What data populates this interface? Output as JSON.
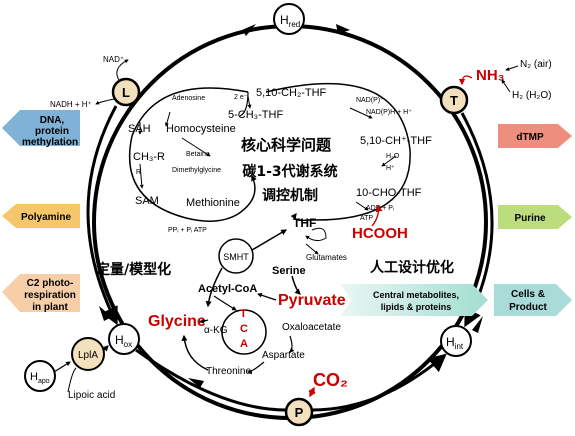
{
  "nodes": {
    "h_red": {
      "main": "H",
      "sub": "red"
    },
    "l": "L",
    "t": "T",
    "p": "P",
    "h_ox": {
      "main": "H",
      "sub": "ox"
    },
    "h_int": {
      "main": "H",
      "sub": "int"
    },
    "lpla": "LplA",
    "h_apo": {
      "main": "H",
      "sub": "apo"
    },
    "smht": "SMHT"
  },
  "labels": {
    "nad_plus": "NAD⁺",
    "nadh": "NADH + H⁺",
    "nh3": "NH₃",
    "n2_air": "N₂ (air)",
    "h2_h2o": "H₂ (H₂O)",
    "lipoic_acid": "Lipoic acid",
    "co2": "CO₂",
    "hcooh": "HCOOH",
    "thf": "THF",
    "glutamates": "Glutamates",
    "serine": "Serine",
    "glycine": "Glycine",
    "pyruvate": "Pyruvate",
    "acetyl_coa": "Acetyl-CoA",
    "alpha_kg": "α-KG",
    "oxaloacetate": "Oxaloacetate",
    "aspartate": "Aspartate",
    "threonine": "Threonine",
    "tca": [
      "T",
      "C",
      "A"
    ],
    "central_metabolites": [
      "Central metabolites,",
      "lipids & proteins"
    ],
    "methylene_thf": "5,10-CH₂-THF",
    "methyl_thf": "5-CH₃-THF",
    "methenyl_thf": "5,10-CH⁺-THF",
    "formyl_thf": "10-CHO-THF",
    "two_e": "2 e⁻",
    "nadp_plus": "NAD(P)⁺",
    "nadph": "NAD(P)H + H⁺",
    "h2o": "H₂O",
    "h_plus": "H⁺",
    "adp_pi": "ADP + Pᵢ",
    "atp": "ATP",
    "ppi_pi_atp": "PPᵢ + Pᵢ  ATP",
    "adenosine": "Adenosine",
    "sah": "SAH",
    "homocysteine": "Homocysteine",
    "ch3r": "CH₃-R",
    "r": "R",
    "betaine": "Betaine",
    "dimethylglycine": "Dimethylglycine",
    "sam": "SAM",
    "methionine": "Methionine",
    "core_title": [
      "核心科学问题",
      "碳1-3代谢系统",
      "调控机制"
    ],
    "quant_model": "定量/模型化",
    "artificial_design": "人工设计优化"
  },
  "side_arrows": {
    "left": [
      {
        "lines": [
          "DNA,",
          "protein",
          "methylation"
        ],
        "color": "#7fb2d6"
      },
      {
        "lines": [
          "Polyamine"
        ],
        "color": "#f6c76a"
      },
      {
        "lines": [
          "C2 photo-",
          "respiration",
          "in plant"
        ],
        "color": "#f6cfa9"
      }
    ],
    "right": [
      {
        "lines": [
          "dTMP"
        ],
        "color": "#ee8e7e"
      },
      {
        "lines": [
          "Purine"
        ],
        "color": "#bcdd7d"
      },
      {
        "lines": [
          "Cells &",
          "Product"
        ],
        "color": "#a9dcd8"
      }
    ]
  },
  "colors": {
    "red": "#cc0000",
    "black": "#000000",
    "teal_gradient_start": "#eaf6f3",
    "teal_gradient_end": "#a2ded0"
  }
}
